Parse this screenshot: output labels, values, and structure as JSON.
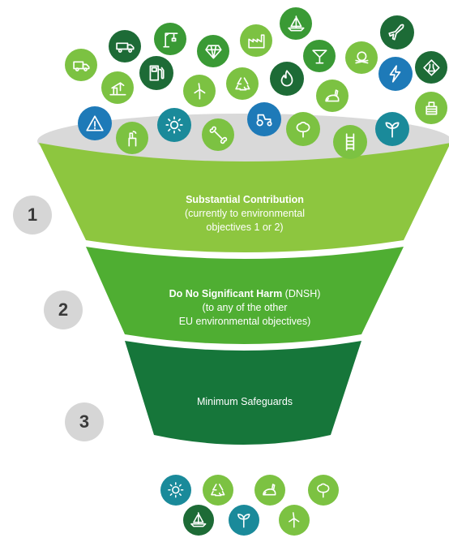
{
  "stages": [
    {
      "number": "1",
      "title": "Substantial Contribution",
      "line2": "(currently to environmental",
      "line3": "objectives 1 or 2)"
    },
    {
      "number": "2",
      "title": "Do No Significant Harm",
      "title_suffix": " (DNSH)",
      "line2": "(to any of the other",
      "line3": "EU environmental objectives)"
    },
    {
      "number": "3",
      "title": "Minimum Safeguards"
    }
  ],
  "colors": {
    "stage1": "#8dc63f",
    "stage2": "#4fae32",
    "stage3": "#16763a",
    "rim": "#d9d9d9",
    "light_green": "#7cc242",
    "mid_green": "#3a9a35",
    "dark_green": "#1d6b36",
    "blue": "#1e7ab8",
    "teal": "#1a8a9a",
    "step_circle": "#d6d6d6"
  },
  "icons_top": [
    {
      "name": "truck-icon",
      "color": "light_green"
    },
    {
      "name": "lorry-icon",
      "color": "dark_green"
    },
    {
      "name": "crane-icon",
      "color": "mid_green"
    },
    {
      "name": "diamond-icon",
      "color": "mid_green"
    },
    {
      "name": "factory-icon",
      "color": "light_green"
    },
    {
      "name": "sailboat-icon",
      "color": "mid_green"
    },
    {
      "name": "cocktail-glass-icon",
      "color": "mid_green"
    },
    {
      "name": "toxic-skull-icon",
      "color": "light_green"
    },
    {
      "name": "airplane-icon",
      "color": "dark_green"
    },
    {
      "name": "oil-pump-icon",
      "color": "light_green"
    },
    {
      "name": "fuel-pump-icon",
      "color": "dark_green"
    },
    {
      "name": "wind-turbine-icon",
      "color": "light_green"
    },
    {
      "name": "recycle-icon",
      "color": "light_green"
    },
    {
      "name": "flame-icon",
      "color": "dark_green"
    },
    {
      "name": "rabbit-icon",
      "color": "light_green"
    },
    {
      "name": "lightning-icon",
      "color": "blue"
    },
    {
      "name": "chemical-flask-icon",
      "color": "dark_green"
    },
    {
      "name": "layers-icon",
      "color": "light_green"
    },
    {
      "name": "warning-icon",
      "color": "blue"
    },
    {
      "name": "smokestack-icon",
      "color": "light_green"
    },
    {
      "name": "sun-icon",
      "color": "teal"
    },
    {
      "name": "bone-icon",
      "color": "light_green"
    },
    {
      "name": "tractor-icon",
      "color": "blue"
    },
    {
      "name": "tree-icon",
      "color": "light_green"
    },
    {
      "name": "ladder-icon",
      "color": "light_green"
    },
    {
      "name": "sprout-icon",
      "color": "teal"
    }
  ],
  "icons_bottom": [
    {
      "name": "sun-icon",
      "color": "teal"
    },
    {
      "name": "recycle-icon",
      "color": "light_green"
    },
    {
      "name": "rabbit-icon",
      "color": "light_green"
    },
    {
      "name": "tree-icon",
      "color": "light_green"
    },
    {
      "name": "sailboat-icon",
      "color": "dark_green"
    },
    {
      "name": "sprout-icon",
      "color": "teal"
    },
    {
      "name": "wind-turbine-icon",
      "color": "light_green"
    }
  ]
}
